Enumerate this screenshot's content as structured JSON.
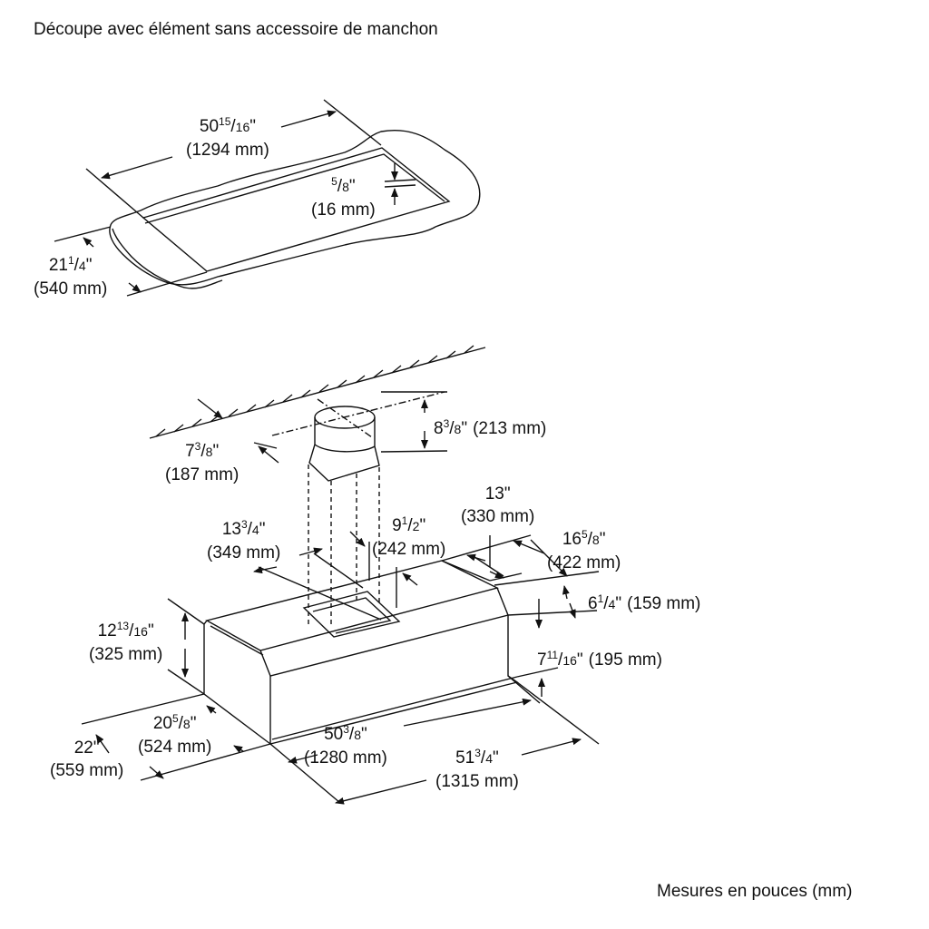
{
  "title": "Découpe avec élément sans accessoire de manchon",
  "footer": "Mesures en pouces (mm)",
  "colors": {
    "line": "#111111",
    "background": "#ffffff"
  },
  "dimensions": [
    {
      "id": "cutout-length",
      "whole": "50",
      "num": "15",
      "den": "16",
      "mm": "(1294 mm)"
    },
    {
      "id": "cutout-lip",
      "whole": "",
      "num": "5",
      "den": "8",
      "mm": "(16 mm)"
    },
    {
      "id": "cutout-depth",
      "whole": "21",
      "num": "1",
      "den": "4",
      "mm": "(540 mm)"
    },
    {
      "id": "duct-offset",
      "whole": "7",
      "num": "3",
      "den": "8",
      "mm": "(187 mm)"
    },
    {
      "id": "duct-height",
      "whole": "8",
      "num": "3",
      "den": "8",
      "mm": "(213 mm)"
    },
    {
      "id": "duct-side-offset",
      "whole": "13",
      "num": "3",
      "den": "4",
      "mm": "(349 mm)"
    },
    {
      "id": "duct-front-offset",
      "whole": "9",
      "num": "1",
      "den": "2",
      "mm": "(242 mm)"
    },
    {
      "id": "top-depth",
      "whole": "13",
      "num": "",
      "den": "",
      "mm": "(330 mm)"
    },
    {
      "id": "upper-depth",
      "whole": "16",
      "num": "5",
      "den": "8",
      "mm": "(422 mm)"
    },
    {
      "id": "bevel-height",
      "whole": "6",
      "num": "1",
      "den": "4",
      "mm": "(159 mm)"
    },
    {
      "id": "total-height",
      "whole": "12",
      "num": "13",
      "den": "16",
      "mm": "(325 mm)"
    },
    {
      "id": "front-height",
      "whole": "7",
      "num": "11",
      "den": "16",
      "mm": "(195 mm)"
    },
    {
      "id": "body-depth",
      "whole": "20",
      "num": "5",
      "den": "8",
      "mm": "(524 mm)"
    },
    {
      "id": "total-depth",
      "whole": "22",
      "num": "",
      "den": "",
      "mm": "(559 mm)"
    },
    {
      "id": "body-width",
      "whole": "50",
      "num": "3",
      "den": "8",
      "mm": "(1280 mm)"
    },
    {
      "id": "total-width",
      "whole": "51",
      "num": "3",
      "den": "4",
      "mm": "(1315 mm)"
    }
  ]
}
